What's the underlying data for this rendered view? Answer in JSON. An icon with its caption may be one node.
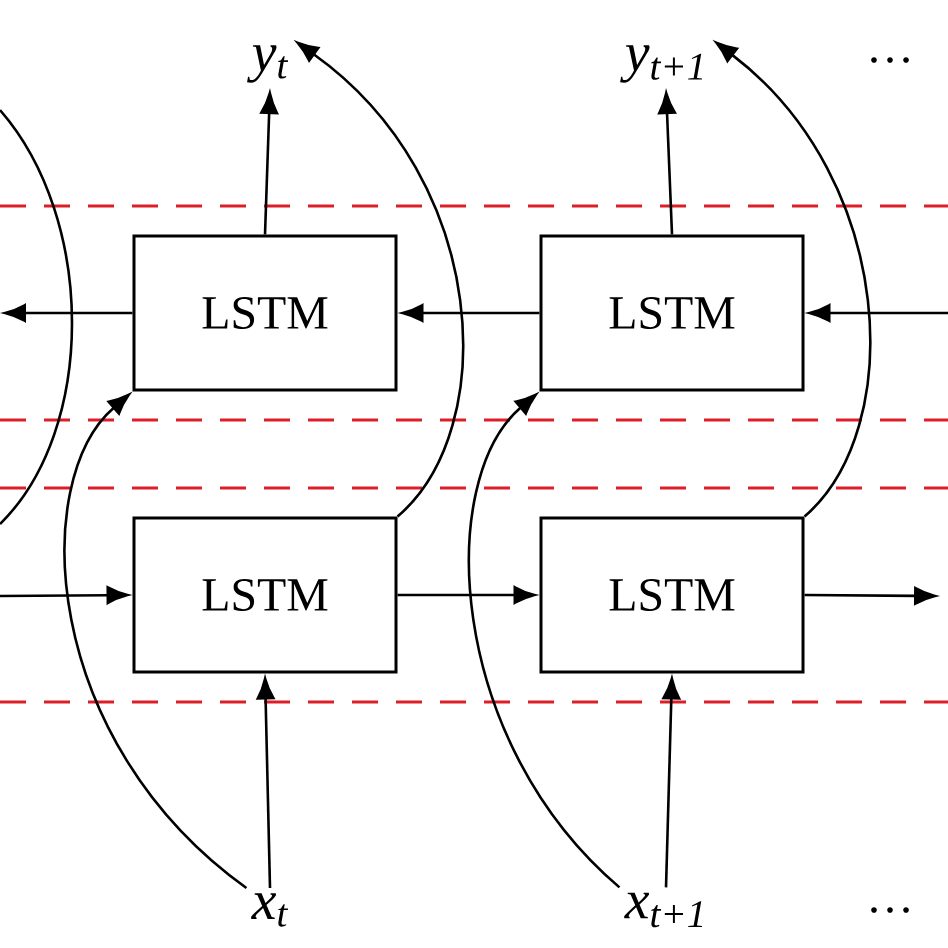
{
  "diagram": {
    "nodes": [
      {
        "text": [
          "LSTM"
        ]
      },
      {
        "text": [
          "LSTM"
        ]
      },
      {
        "text": [
          "LSTM"
        ]
      },
      {
        "text": [
          "LSTM"
        ]
      },
      {
        "text": [
          "y$_{t}$"
        ]
      },
      {
        "text": [
          "y$_{t+1}$"
        ]
      },
      {
        "text": [
          "x$_{t}$"
        ]
      },
      {
        "text": [
          "x$_{t+1}$"
        ]
      }
    ],
    "edges": [
      {
        "from": null,
        "to": 2,
        "arrow": "to"
      },
      {
        "from": 2,
        "to": 3,
        "arrow": "to"
      },
      {
        "from": 3,
        "to": null,
        "arrow": "to"
      },
      {
        "from": null,
        "to": 1,
        "arrow": "to"
      },
      {
        "from": 1,
        "to": 0,
        "arrow": "to"
      },
      {
        "from": 0,
        "to": null,
        "arrow": "to"
      },
      {
        "from": 6,
        "to": 2,
        "arrow": "to"
      },
      {
        "from": 7,
        "to": 3,
        "arrow": "to"
      },
      {
        "from": 0,
        "to": 4,
        "arrow": "to"
      },
      {
        "from": 1,
        "to": 5,
        "arrow": "to"
      },
      {
        "from": 6,
        "to": 0,
        "arrow": "to"
      },
      {
        "from": 7,
        "to": 1,
        "arrow": "to"
      },
      {
        "from": 2,
        "to": 4,
        "arrow": "to"
      },
      {
        "from": 3,
        "to": 5,
        "arrow": "to"
      }
    ],
    "labels": [
      "…",
      "…"
    ]
  }
}
